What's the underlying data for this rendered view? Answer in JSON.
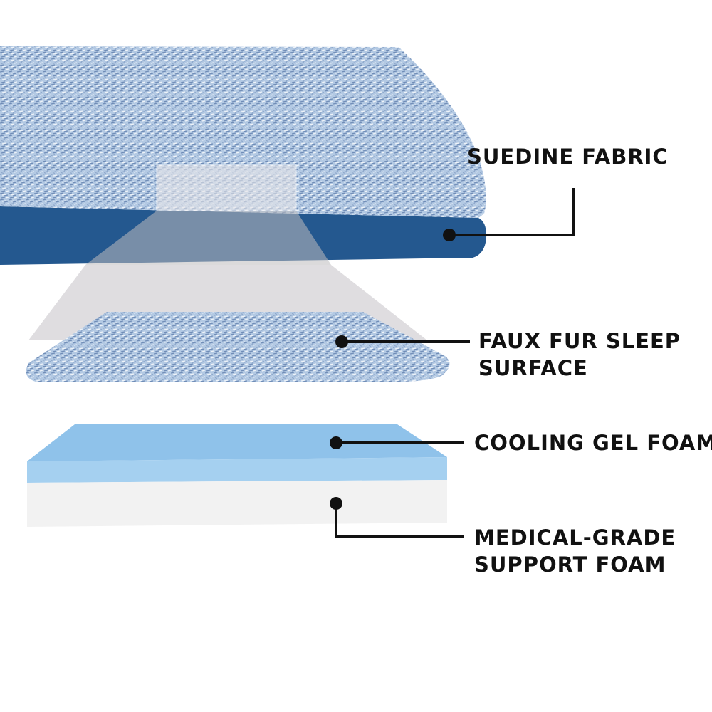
{
  "callouts": {
    "suedine": {
      "line1": "SUEDINE FABRIC"
    },
    "faux_fur": {
      "line1": "FAUX FUR SLEEP",
      "line2": "SURFACE"
    },
    "cooling": {
      "line1": "COOLING GEL FOAM"
    },
    "medical": {
      "line1": "MEDICAL-GRADE",
      "line2": "SUPPORT FOAM"
    }
  },
  "colors": {
    "fur_base": "#a9c0dc",
    "fur_dark": "#3f5f8f",
    "suedine_side": "#24588f",
    "gel_top": "#8fc2ea",
    "gel_side": "#a5d0f0",
    "support_foam": "#f2f2f2",
    "zoom_shadow": "#dcd9dd",
    "callout_line": "#111111"
  },
  "icons": [
    "callout-dot-icon"
  ]
}
